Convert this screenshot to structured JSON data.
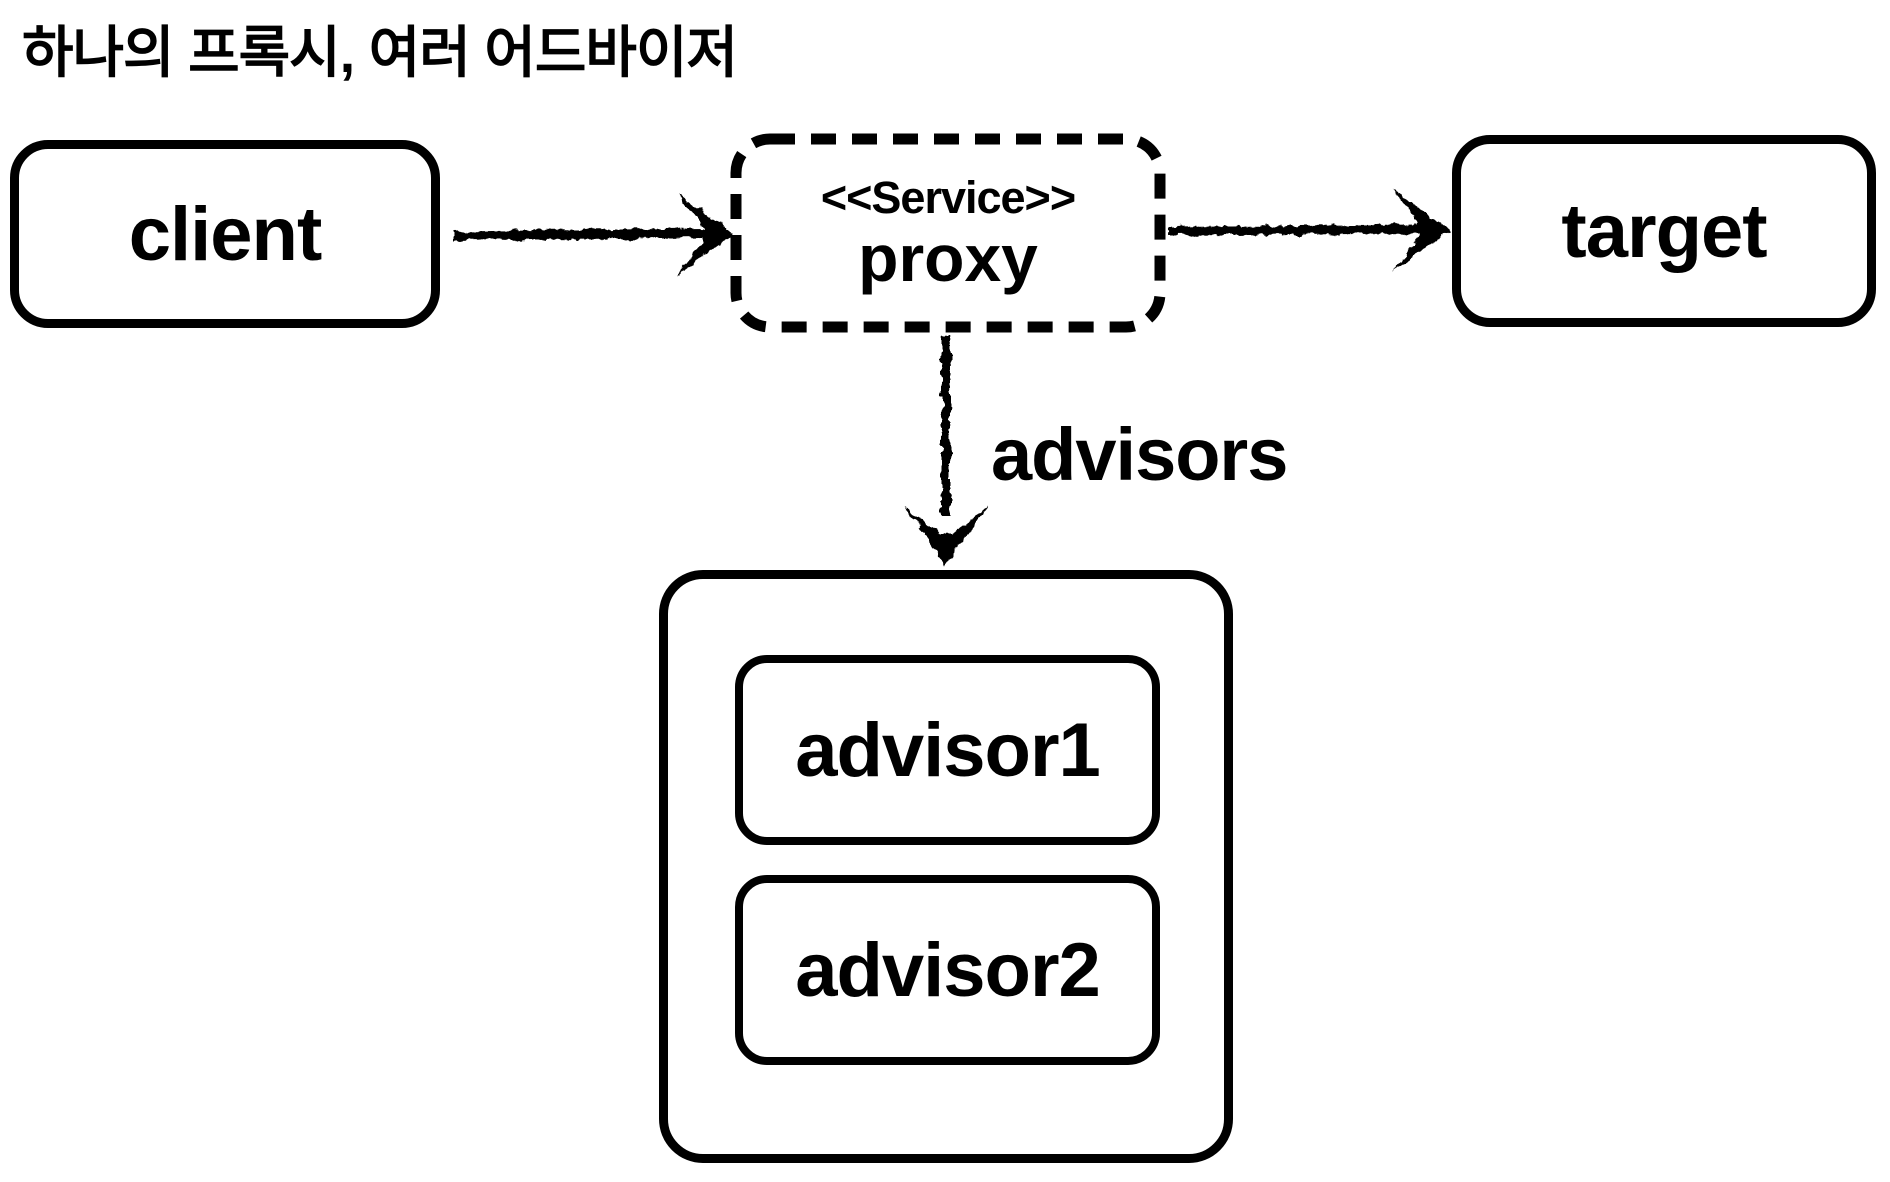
{
  "title": "하나의 프록시, 여러 어드바이저",
  "colors": {
    "ink": "#000000",
    "background": "#ffffff"
  },
  "nodes": {
    "client": {
      "label": "client"
    },
    "proxy": {
      "stereotype": "<<Service>>",
      "label": "proxy"
    },
    "target": {
      "label": "target"
    },
    "advisor1": {
      "label": "advisor1"
    },
    "advisor2": {
      "label": "advisor2"
    }
  },
  "edges": {
    "client_to_proxy": {
      "label": ""
    },
    "proxy_to_target": {
      "label": ""
    },
    "proxy_to_advisors": {
      "label": "advisors"
    }
  }
}
